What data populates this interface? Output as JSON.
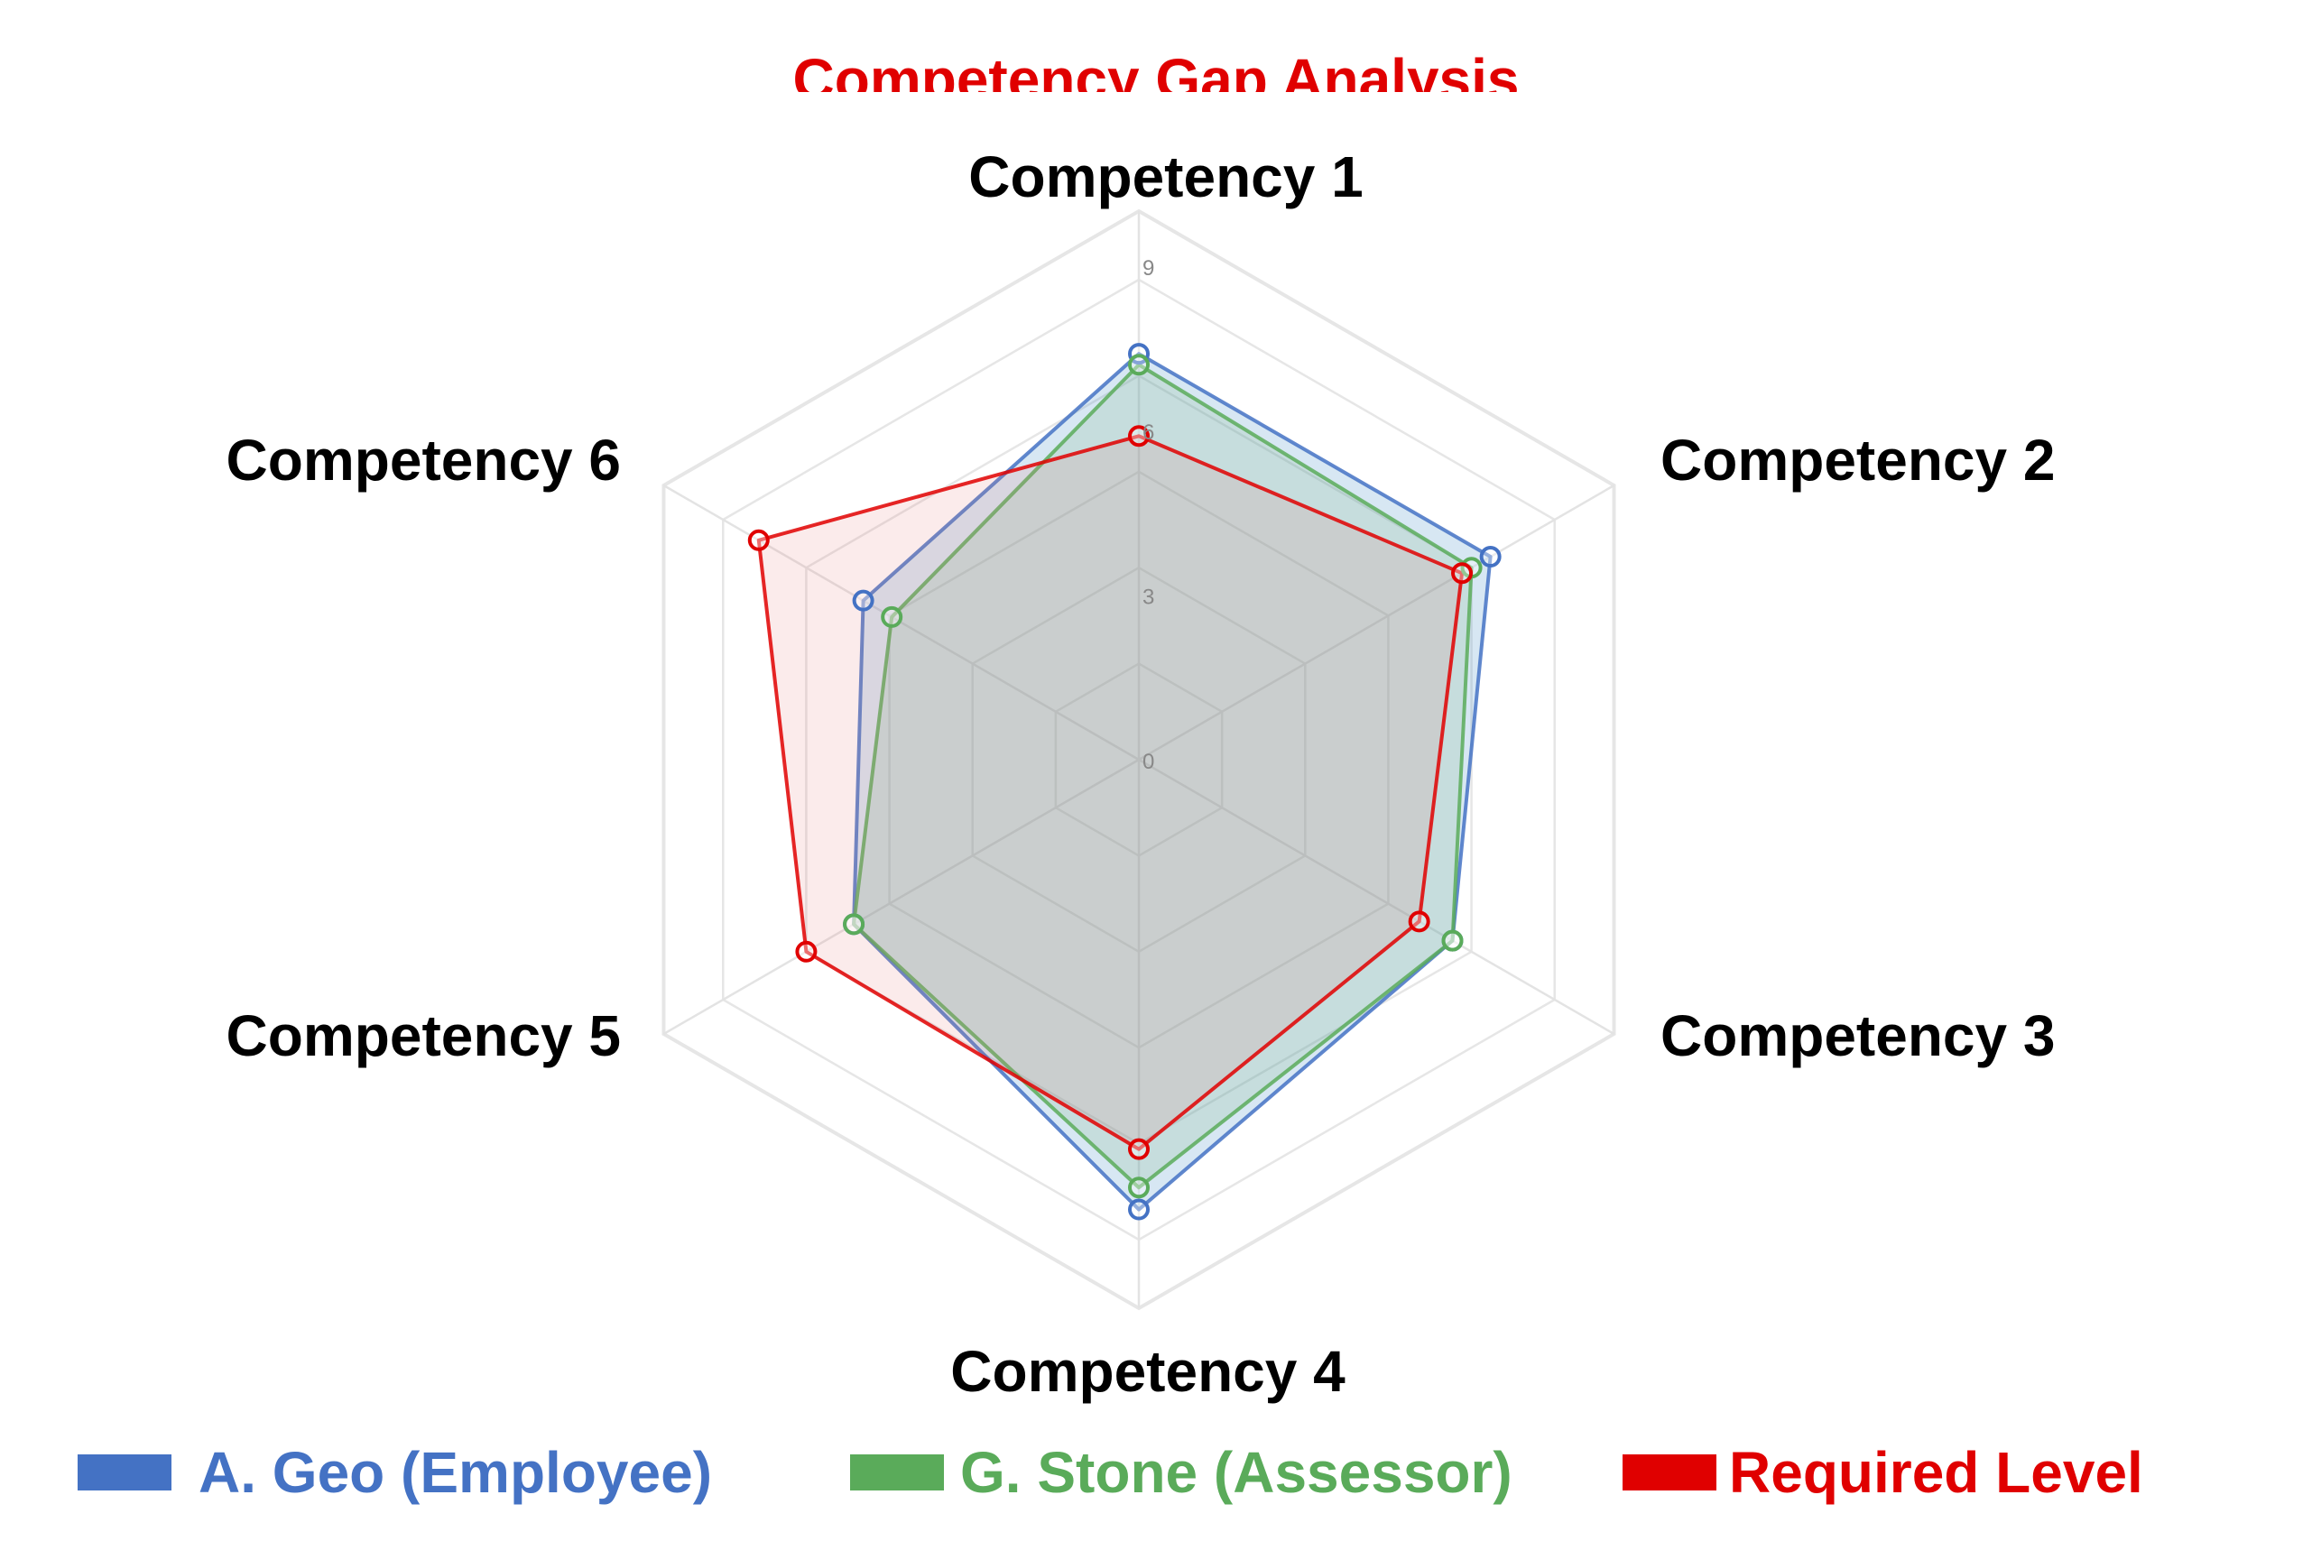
{
  "chart_data": {
    "type": "radar",
    "title": "Competency Gap Analysis",
    "axes": [
      "Competency 1",
      "Competency 2",
      "Competency 3",
      "Competency 4",
      "Competency 5",
      "Competency 6"
    ],
    "ticks": [
      0,
      3,
      6,
      9
    ],
    "range": [
      0,
      10
    ],
    "grid": true,
    "legend_position": "bottom",
    "series": [
      {
        "name": "A. Geo (Employee)",
        "values": [
          7.4,
          7.4,
          6.6,
          8.2,
          6.0,
          5.8
        ],
        "color": "#4472c4",
        "fill": "rgba(74, 144, 200, 0.22)"
      },
      {
        "name": "G. Stone (Assessor)",
        "values": [
          7.2,
          7.0,
          6.6,
          7.8,
          6.0,
          5.2
        ],
        "color": "#5aab5a",
        "fill": "rgba(120, 180, 120, 0.18)"
      },
      {
        "name": "Required Level",
        "values": [
          5.9,
          6.8,
          5.9,
          7.1,
          7.0,
          8.0
        ],
        "color": "#e00000",
        "fill": "rgba(230, 120, 120, 0.15)"
      }
    ]
  }
}
